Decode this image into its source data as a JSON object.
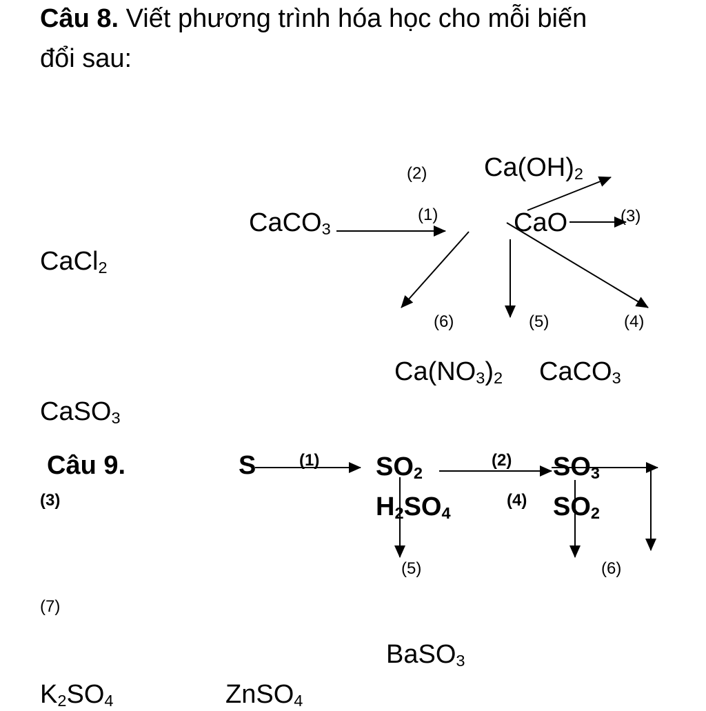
{
  "q8": {
    "heading_bold": "Câu 8.",
    "heading_line1": " Viết phương trình hóa học cho mỗi biến",
    "heading_line2": "đổi sau:",
    "labels": {
      "l1": "(1)",
      "l2": "(2)",
      "l3": "(3)",
      "l4": "(4)",
      "l5": "(5)",
      "l6": "(6)"
    }
  },
  "q9": {
    "heading_bold": "Câu 9.",
    "labels": {
      "l1": "(1)",
      "l2": "(2)",
      "l3": "(3)",
      "l4": "(4)",
      "l5": "(5)",
      "l6": "(6)",
      "l7": "(7)"
    }
  },
  "formulas": {
    "caco3_a": {
      "base": "CaCO",
      "sub": "3"
    },
    "cacl2": {
      "base": "CaCl",
      "sub": "2"
    },
    "caoh2": {
      "base": "Ca(OH)",
      "sub": "2"
    },
    "cao": {
      "base": "CaO"
    },
    "cano32": {
      "base": "Ca(NO",
      "sub": "3",
      "close": ")",
      "sub2": "2"
    },
    "caco3_b": {
      "base": "CaCO",
      "sub": "3"
    },
    "caso3": {
      "base": "CaSO",
      "sub": "3"
    },
    "s": {
      "base": "S"
    },
    "so2_a": {
      "base": "SO",
      "sub": "2"
    },
    "so3": {
      "base": "SO",
      "sub": "3"
    },
    "h2so4": {
      "pre": "H",
      "pre_sub": "2",
      "base": "SO",
      "sub": "4"
    },
    "so2_b": {
      "base": "SO",
      "sub": "2"
    },
    "baso3": {
      "base": "BaSO",
      "sub": "3"
    },
    "k2so4": {
      "pre": "K",
      "pre_sub": "2",
      "base": "SO",
      "sub": "4"
    },
    "znso4": {
      "base": "ZnSO",
      "sub": "4"
    }
  }
}
